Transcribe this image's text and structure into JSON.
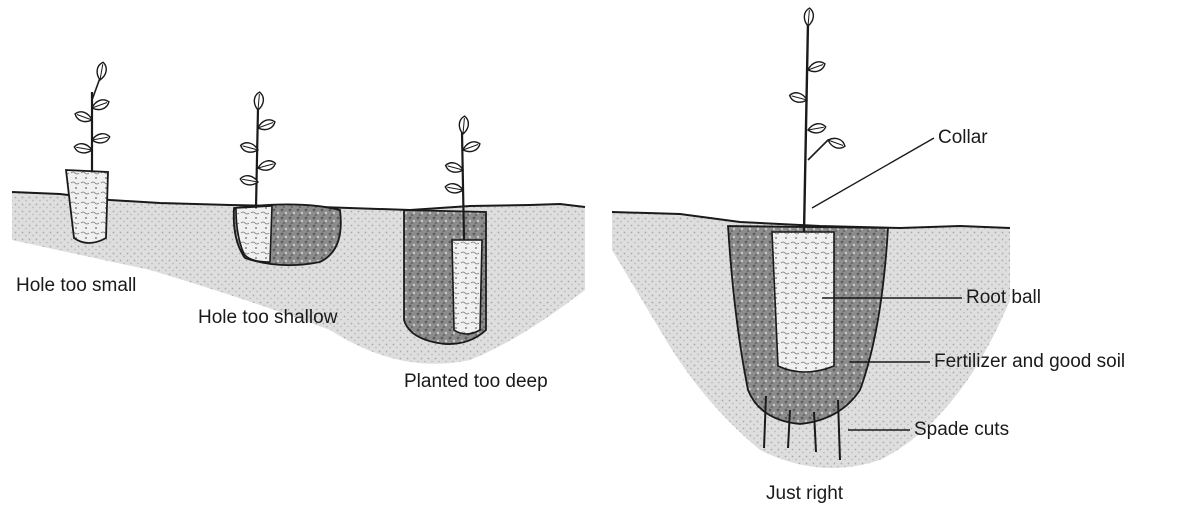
{
  "labels": {
    "hole_too_small": "Hole too small",
    "hole_too_shallow": "Hole too shallow",
    "planted_too_deep": "Planted too deep",
    "just_right": "Just right",
    "collar": "Collar",
    "root_ball": "Root ball",
    "fertilizer": "Fertilizer and good soil",
    "spade_cuts": "Spade cuts"
  },
  "colors": {
    "ink": "#1a1a1a",
    "soil_stipple": "#9a9a9a",
    "backfill": "#7d7d7d",
    "root_ball_fill": "#ededed"
  }
}
